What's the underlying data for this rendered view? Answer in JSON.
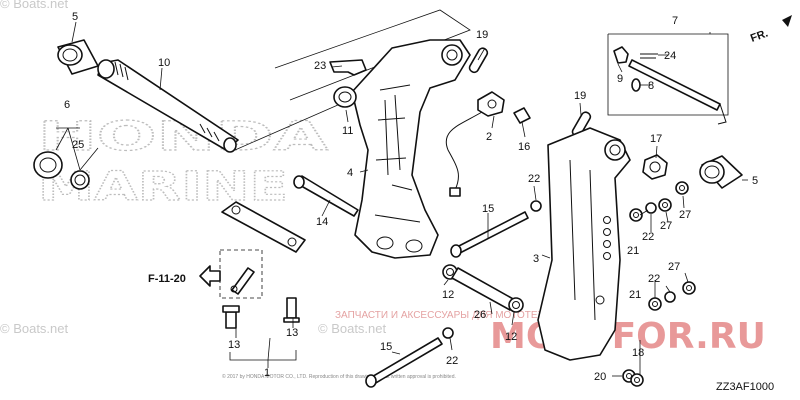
{
  "watermarks": {
    "boats_top": "© Boats.net",
    "boats_left": "© Boats.net",
    "boats_mid": "© Boats.net",
    "honda_line1": "HONDA",
    "honda_line2": "MARINE",
    "ru_text": "ЗАПЧАСТИ И АКСЕССУАРЫ ДЛЯ МОТОТЕХНИКИ",
    "ru_brand": "MOTOFOR.RU",
    "copyright": "© 2017 by HONDA MOTOR CO., LTD. Reproduction of this drawing without written approval is prohibited."
  },
  "labels": {
    "fr": "FR.",
    "ref": "F-11-20",
    "code": "ZZ3AF1000"
  },
  "callouts": [
    {
      "id": "c1",
      "text": "1"
    },
    {
      "id": "c2",
      "text": "2"
    },
    {
      "id": "c3",
      "text": "3"
    },
    {
      "id": "c4",
      "text": "4"
    },
    {
      "id": "c5a",
      "text": "5"
    },
    {
      "id": "c5b",
      "text": "5"
    },
    {
      "id": "c6",
      "text": "6"
    },
    {
      "id": "c7",
      "text": "7"
    },
    {
      "id": "c8",
      "text": "8"
    },
    {
      "id": "c9",
      "text": "9"
    },
    {
      "id": "c10",
      "text": "10"
    },
    {
      "id": "c11",
      "text": "11"
    },
    {
      "id": "c12a",
      "text": "12"
    },
    {
      "id": "c12b",
      "text": "12"
    },
    {
      "id": "c13a",
      "text": "13"
    },
    {
      "id": "c13b",
      "text": "13"
    },
    {
      "id": "c13c",
      "text": "13"
    },
    {
      "id": "c14",
      "text": "14"
    },
    {
      "id": "c15a",
      "text": "15"
    },
    {
      "id": "c15b",
      "text": "15"
    },
    {
      "id": "c16",
      "text": "16"
    },
    {
      "id": "c17",
      "text": "17"
    },
    {
      "id": "c18",
      "text": "18"
    },
    {
      "id": "c19a",
      "text": "19"
    },
    {
      "id": "c19b",
      "text": "19"
    },
    {
      "id": "c20",
      "text": "20"
    },
    {
      "id": "c21a",
      "text": "21"
    },
    {
      "id": "c21b",
      "text": "21"
    },
    {
      "id": "c22a",
      "text": "22"
    },
    {
      "id": "c22b",
      "text": "22"
    },
    {
      "id": "c22c",
      "text": "22"
    },
    {
      "id": "c22d",
      "text": "22"
    },
    {
      "id": "c23",
      "text": "23"
    },
    {
      "id": "c24",
      "text": "24"
    },
    {
      "id": "c25",
      "text": "25"
    },
    {
      "id": "c26",
      "text": "26"
    },
    {
      "id": "c27a",
      "text": "27"
    },
    {
      "id": "c27b",
      "text": "27"
    },
    {
      "id": "c27c",
      "text": "27"
    }
  ]
}
